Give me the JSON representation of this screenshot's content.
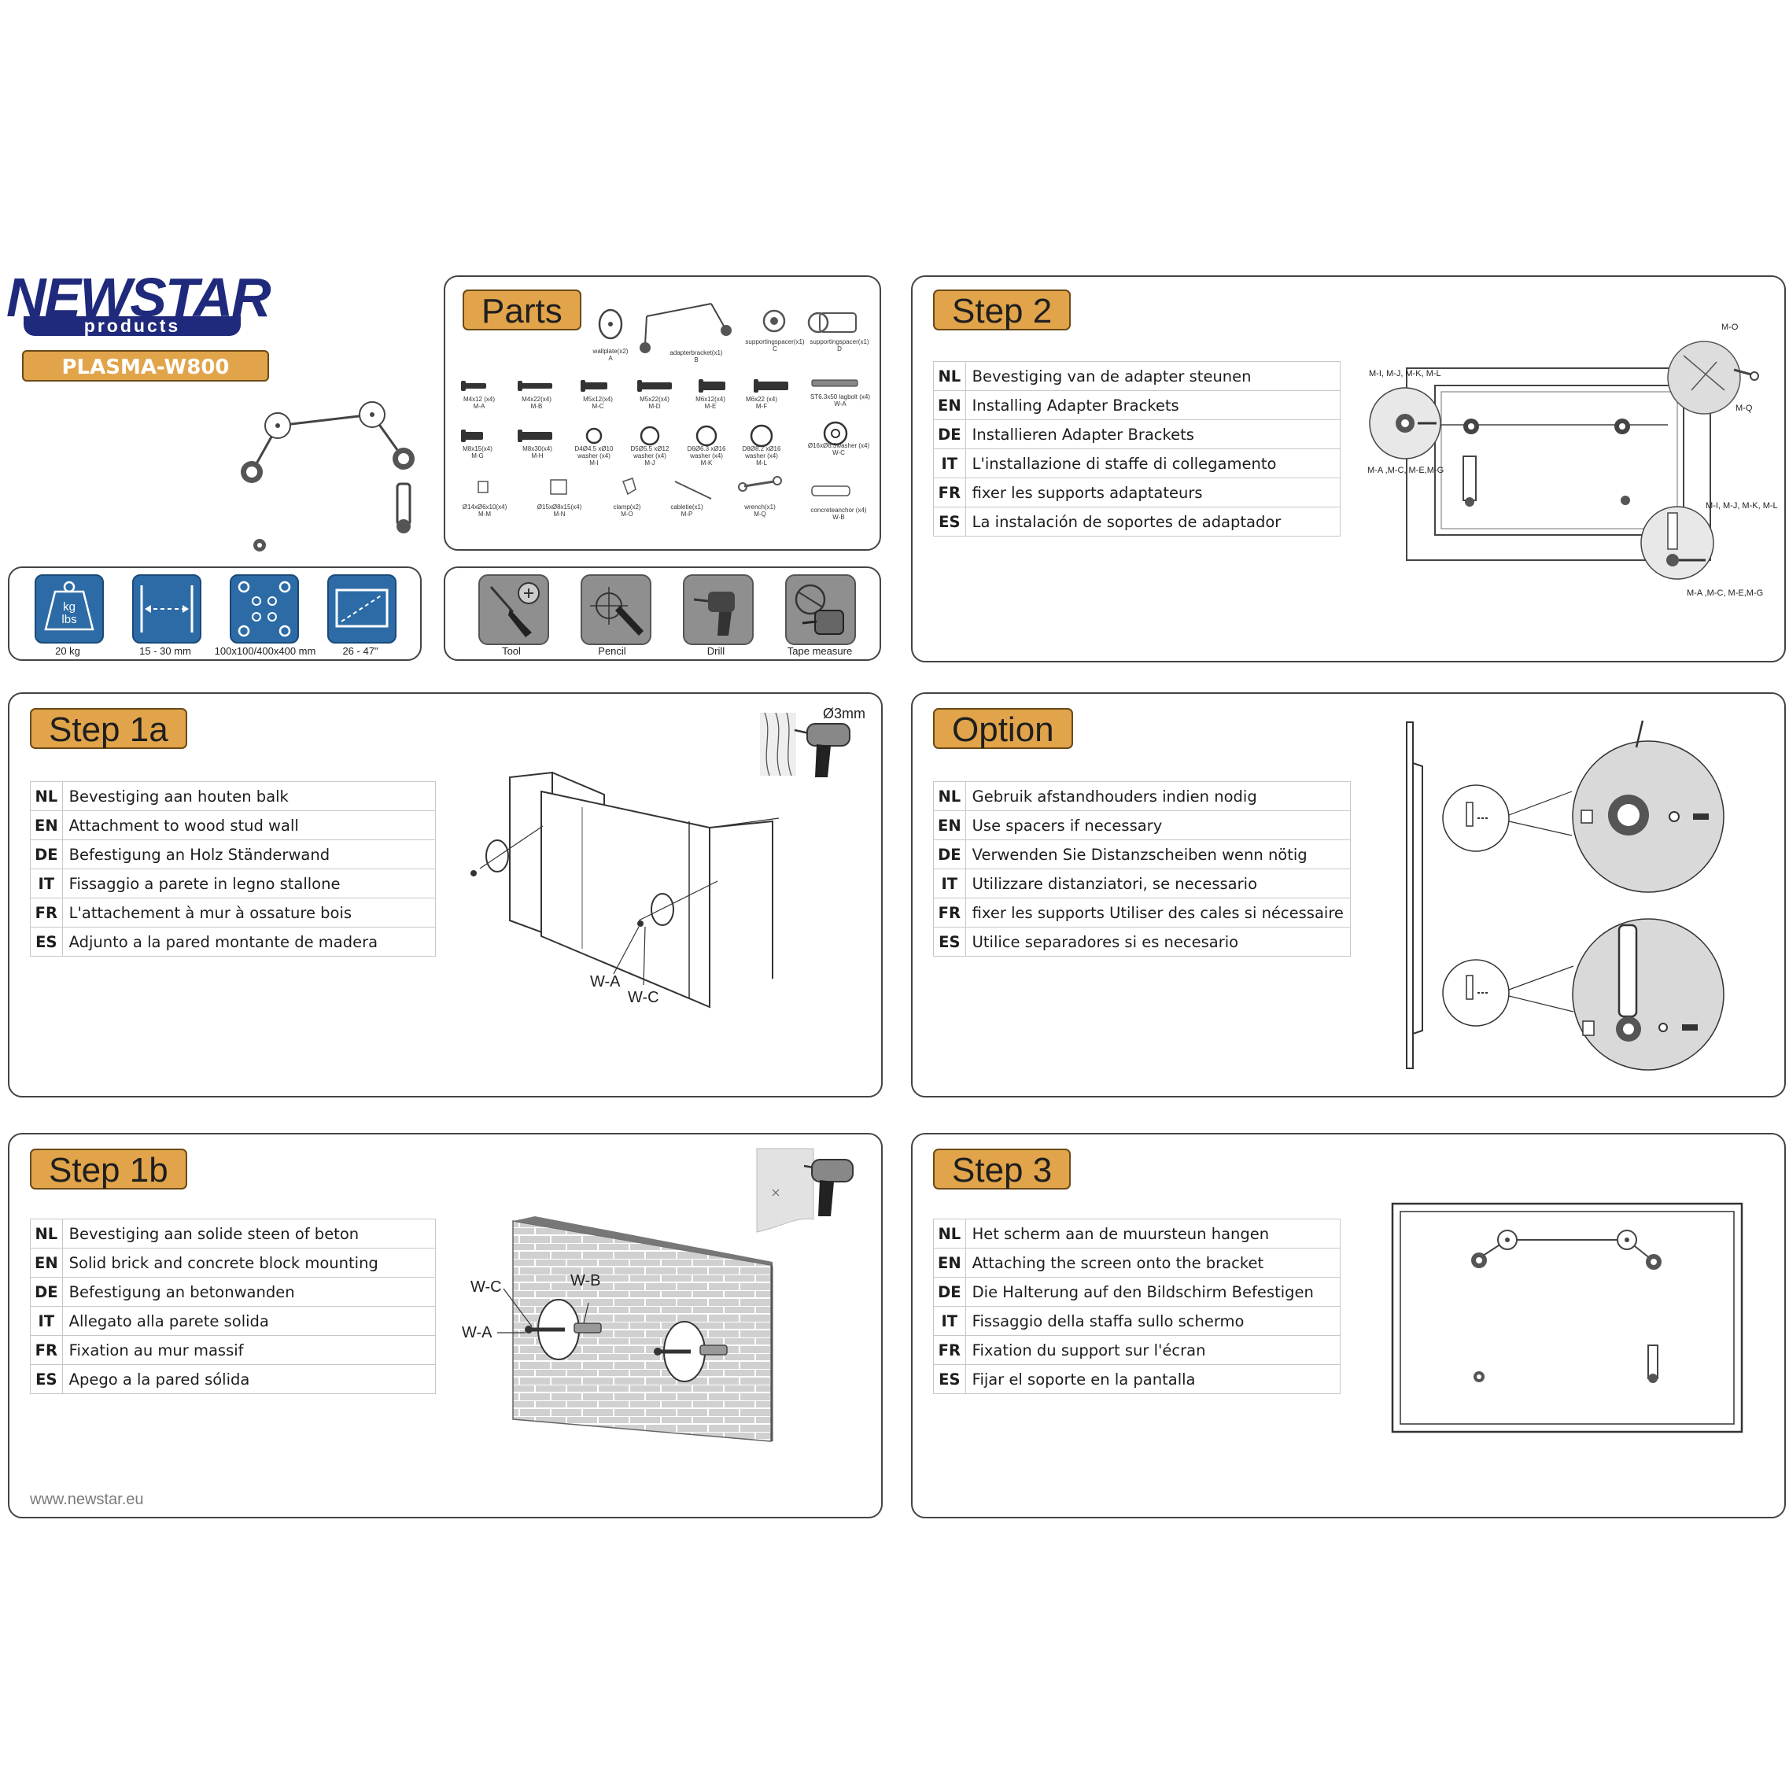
{
  "brand": {
    "logo_main": "NEWSTAR",
    "logo_sub": "products",
    "model": "PLASMA-W800"
  },
  "specs": [
    {
      "icon": "weight-icon",
      "label": "20 kg",
      "icon_text": "kg\nlbs"
    },
    {
      "icon": "wall-distance-icon",
      "label": "15 - 30 mm"
    },
    {
      "icon": "vesa-pattern-icon",
      "label": "100x100/400x400 mm"
    },
    {
      "icon": "screen-size-icon",
      "label": "26 - 47\""
    }
  ],
  "parts": {
    "title": "Parts",
    "row1": [
      {
        "name": "wallplate(x2)",
        "code": "A"
      },
      {
        "name": "adapterbracket(x1)",
        "code": "B"
      },
      {
        "name": "supportingspacer(x1)",
        "code": "C"
      },
      {
        "name": "supportingspacer(x1)",
        "code": "D"
      }
    ],
    "row2": [
      {
        "name": "M4x12 (x4)",
        "code": "M-A"
      },
      {
        "name": "M4x22(x4)",
        "code": "M-B"
      },
      {
        "name": "M5x12(x4)",
        "code": "M-C"
      },
      {
        "name": "M5x22(x4)",
        "code": "M-D"
      },
      {
        "name": "M6x12(x4)",
        "code": "M-E"
      },
      {
        "name": "M6x22 (x4)",
        "code": "M-F"
      },
      {
        "name": "ST6.3x50 lagbolt (x4)",
        "code": "W-A"
      }
    ],
    "row3": [
      {
        "name": "M8x15(x4)",
        "code": "M-G"
      },
      {
        "name": "M8x30(x4)",
        "code": "M-H"
      },
      {
        "name": "D4Ø4.5 xØ10 washer (x4)",
        "code": "M-I"
      },
      {
        "name": "D5Ø5.5 xØ12 washer (x4)",
        "code": "M-J"
      },
      {
        "name": "D6Ø6.3 xØ16 washer (x4)",
        "code": "M-K"
      },
      {
        "name": "D8Ø8.2 xØ16 washer (x4)",
        "code": "M-L"
      },
      {
        "name": "Ø16xØ6.3washer (x4)",
        "code": "W-C"
      }
    ],
    "row4": [
      {
        "name": "Ø14xØ6x10(x4)",
        "code": "M-M"
      },
      {
        "name": "Ø15xØ8x15(x4)",
        "code": "M-N"
      },
      {
        "name": "clamp(x2)",
        "code": "M-O"
      },
      {
        "name": "cabletie(x1)",
        "code": "M-P"
      },
      {
        "name": "wrench(x1)",
        "code": "M-Q"
      },
      {
        "name": "concreteanchor (x4)",
        "code": "W-B"
      }
    ]
  },
  "tools": [
    {
      "icon": "screwdriver-icon",
      "label": "Tool"
    },
    {
      "icon": "pencil-icon",
      "label": "Pencil"
    },
    {
      "icon": "drill-icon",
      "label": "Drill"
    },
    {
      "icon": "tape-measure-icon",
      "label": "Tape measure"
    }
  ],
  "step2": {
    "title": "Step 2",
    "rows": [
      {
        "code": "NL",
        "text": "Bevestiging van de adapter steunen"
      },
      {
        "code": "EN",
        "text": "Installing Adapter Brackets"
      },
      {
        "code": "DE",
        "text": "Installieren Adapter Brackets"
      },
      {
        "code": "IT",
        "text": "L'installazione di staffe di collegamento"
      },
      {
        "code": "FR",
        "text": "fixer les supports adaptateurs"
      },
      {
        "code": "ES",
        "text": "La instalación de soportes de adaptador"
      }
    ],
    "labels": {
      "top_left": "M-I, M-J, M-K, M-L",
      "bottom_left": "M-A ,M-C, M-E,M-G",
      "clamp": "M-O",
      "wrench": "M-Q",
      "right": "M-I, M-J, M-K, M-L",
      "bottom_right": "M-A ,M-C, M-E,M-G"
    }
  },
  "step1a": {
    "title": "Step 1a",
    "drill_size": "Ø3mm",
    "rows": [
      {
        "code": "NL",
        "text": "Bevestiging aan houten balk"
      },
      {
        "code": "EN",
        "text": "Attachment to wood stud wall"
      },
      {
        "code": "DE",
        "text": "Befestigung an Holz Ständerwand"
      },
      {
        "code": "IT",
        "text": "Fissaggio a parete in legno stallone"
      },
      {
        "code": "FR",
        "text": "L'attachement à mur à ossature bois"
      },
      {
        "code": "ES",
        "text": "Adjunto a la pared montante de madera"
      }
    ],
    "labels": {
      "wa": "W-A",
      "wc": "W-C"
    }
  },
  "option": {
    "title": "Option",
    "rows": [
      {
        "code": "NL",
        "text": "Gebruik afstandhouders indien nodig"
      },
      {
        "code": "EN",
        "text": "Use spacers if necessary"
      },
      {
        "code": "DE",
        "text": "Verwenden Sie Distanzscheiben wenn nötig"
      },
      {
        "code": "IT",
        "text": "Utilizzare distanziatori, se necessario"
      },
      {
        "code": "FR",
        "text": "fixer les supports Utiliser des cales si nécessaire"
      },
      {
        "code": "ES",
        "text": "Utilice separadores si es necesario"
      }
    ]
  },
  "step1b": {
    "title": "Step 1b",
    "rows": [
      {
        "code": "NL",
        "text": "Bevestiging aan solide steen of beton"
      },
      {
        "code": "EN",
        "text": "Solid brick and concrete block mounting"
      },
      {
        "code": "DE",
        "text": "Befestigung an betonwanden"
      },
      {
        "code": "IT",
        "text": "Allegato alla parete solida"
      },
      {
        "code": "FR",
        "text": "Fixation au mur massif"
      },
      {
        "code": "ES",
        "text": "Apego a la pared sólida"
      }
    ],
    "labels": {
      "wc": "W-C",
      "wb": "W-B",
      "wa": "W-A"
    },
    "website": "www.newstar.eu"
  },
  "step3": {
    "title": "Step 3",
    "rows": [
      {
        "code": "NL",
        "text": "Het scherm aan de muursteun hangen"
      },
      {
        "code": "EN",
        "text": "Attaching the screen onto the bracket"
      },
      {
        "code": "DE",
        "text": "Die Halterung auf den Bildschirm Befestigen"
      },
      {
        "code": "IT",
        "text": "Fissaggio della staffa sullo schermo"
      },
      {
        "code": "FR",
        "text": "Fixation du support sur l'écran"
      },
      {
        "code": "ES",
        "text": "Fijar el soporte en la pantalla"
      }
    ]
  },
  "colors": {
    "badge": "#e1a44a",
    "logo_blue": "#1f2a7c",
    "spec_blue": "#2d6ba6",
    "tool_gray": "#8f8f8f"
  }
}
